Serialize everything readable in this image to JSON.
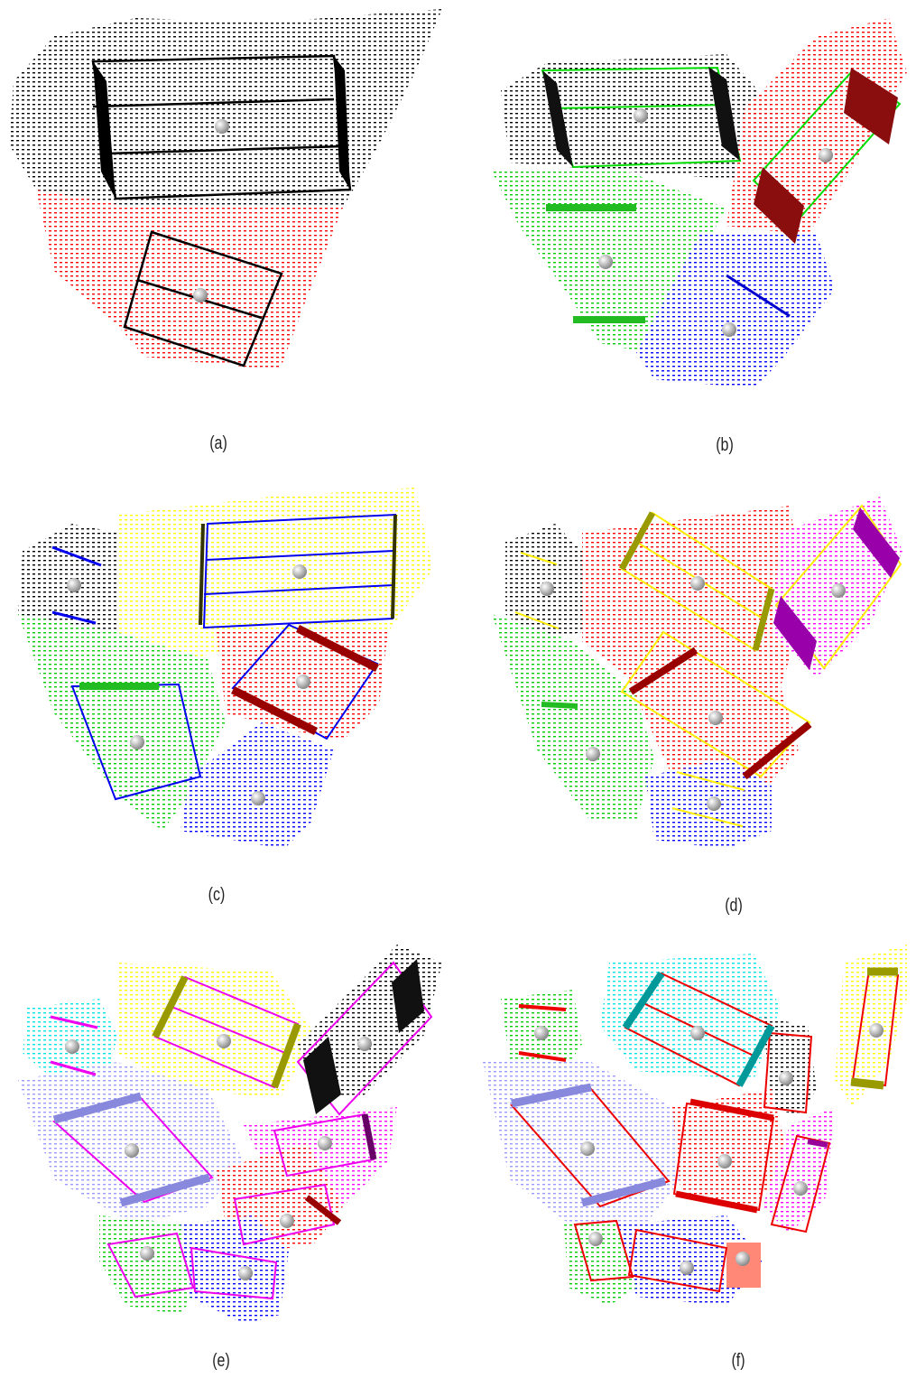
{
  "panels": [
    {
      "caption": "(a)",
      "segment_colors": [
        "#000000",
        "#ff0000"
      ]
    },
    {
      "caption": "(b)",
      "segment_colors": [
        "#000000",
        "#ff0000",
        "#00cc00",
        "#0000ff"
      ]
    },
    {
      "caption": "(c)",
      "segment_colors": [
        "#000000",
        "#ffff00",
        "#00cc00",
        "#ff0000",
        "#0000ff"
      ]
    },
    {
      "caption": "(d)",
      "segment_colors": [
        "#000000",
        "#00cc00",
        "#ff0000",
        "#ff00ff",
        "#0000ff"
      ]
    },
    {
      "caption": "(e)",
      "segment_colors": [
        "#00ffff",
        "#ffff00",
        "#000000",
        "#9999ff",
        "#ff00ff",
        "#00cc00",
        "#0000ff",
        "#ff0000"
      ]
    },
    {
      "caption": "(f)",
      "segment_colors": [
        "#00ffff",
        "#00cc00",
        "#ffff00",
        "#000000",
        "#9999ff",
        "#ff0000",
        "#ff00ff",
        "#0000ff"
      ]
    }
  ]
}
